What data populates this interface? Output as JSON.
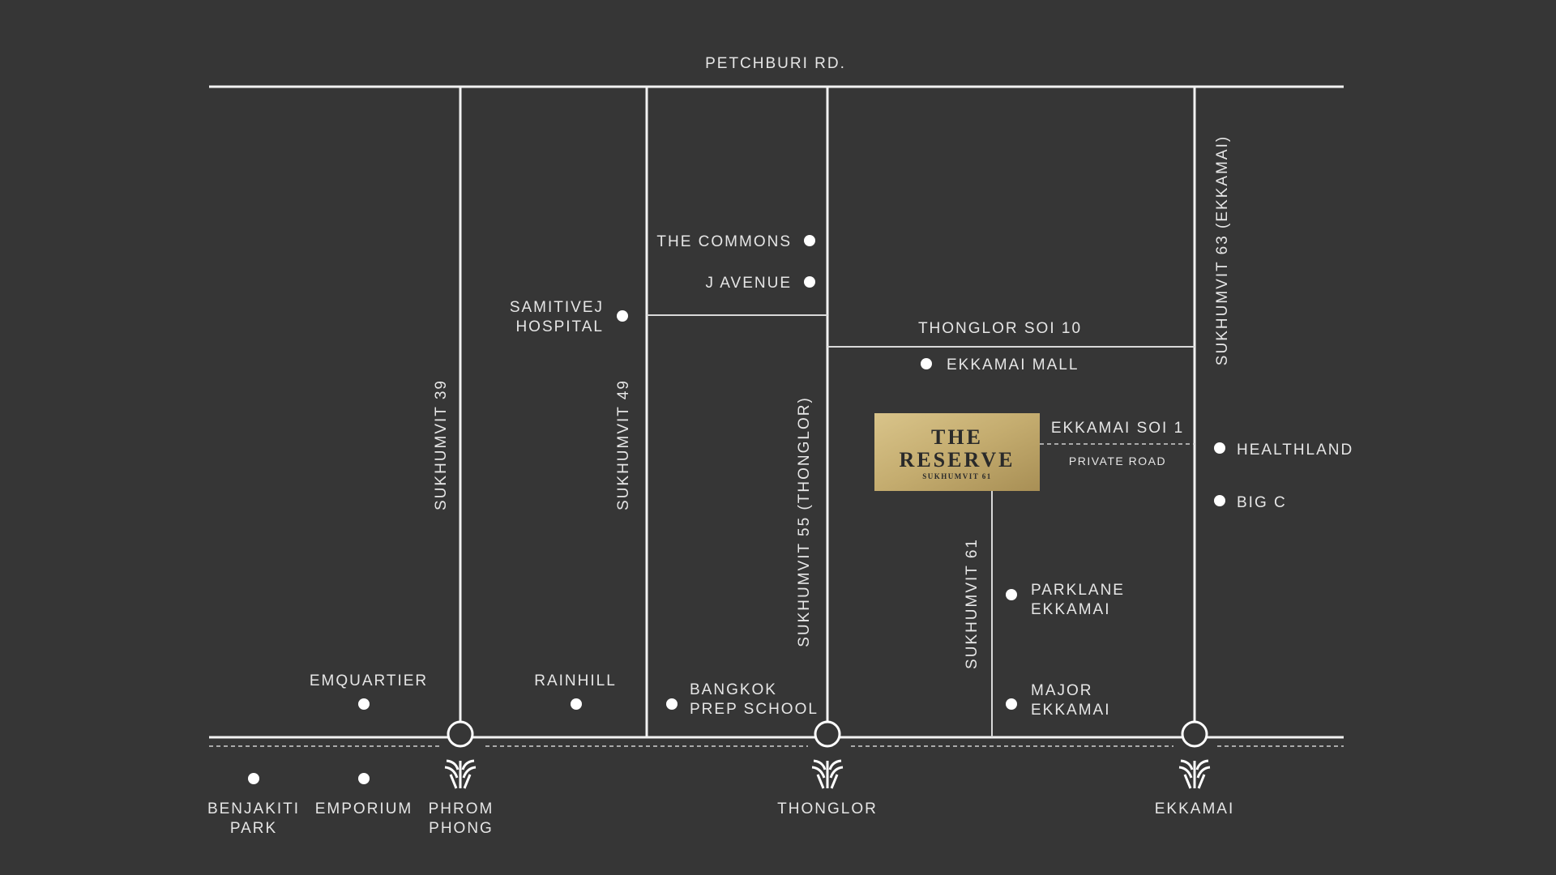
{
  "roads": {
    "petchburi": "PETCHBURI RD.",
    "sukhumvit39": "SUKHUMVIT 39",
    "sukhumvit49": "SUKHUMVIT 49",
    "sukhumvit55": "SUKHUMVIT 55 (THONGLOR)",
    "sukhumvit61": "SUKHUMVIT 61",
    "sukhumvit63": "SUKHUMVIT 63 (EKKAMAI)",
    "thonglorSoi10": "THONGLOR SOI 10",
    "ekkamaiSoi1": "EKKAMAI SOI 1",
    "privateRoad": "PRIVATE ROAD"
  },
  "landmarks": {
    "theCommons": "THE COMMONS",
    "jAvenue": "J AVENUE",
    "samitivej": [
      "SAMITIVEJ",
      "HOSPITAL"
    ],
    "ekkamaiMall": "EKKAMAI MALL",
    "healthland": "HEALTHLAND",
    "bigC": "BIG C",
    "parklane": [
      "PARKLANE",
      "EKKAMAI"
    ],
    "major": [
      "MAJOR",
      "EKKAMAI"
    ],
    "emquartier": "EMQUARTIER",
    "rainhill": "RAINHILL",
    "bangkokPrep": [
      "BANGKOK",
      "PREP SCHOOL"
    ],
    "benjakiti": [
      "BENJAKITI",
      "PARK"
    ],
    "emporium": "EMPORIUM"
  },
  "stations": {
    "phromPhong": [
      "PHROM",
      "PHONG"
    ],
    "thonglor": "THONGLOR",
    "ekkamai": "EKKAMAI"
  },
  "project": {
    "title1": "THE",
    "title2": "RESERVE",
    "subtitle": "SUKHUMVIT 61"
  },
  "colors": {
    "background": "#363636",
    "roads": "#f2f2f2",
    "goldLight": "#d9c48a",
    "goldDark": "#a88f55"
  },
  "icons": {
    "station": "bts-station-icon"
  }
}
